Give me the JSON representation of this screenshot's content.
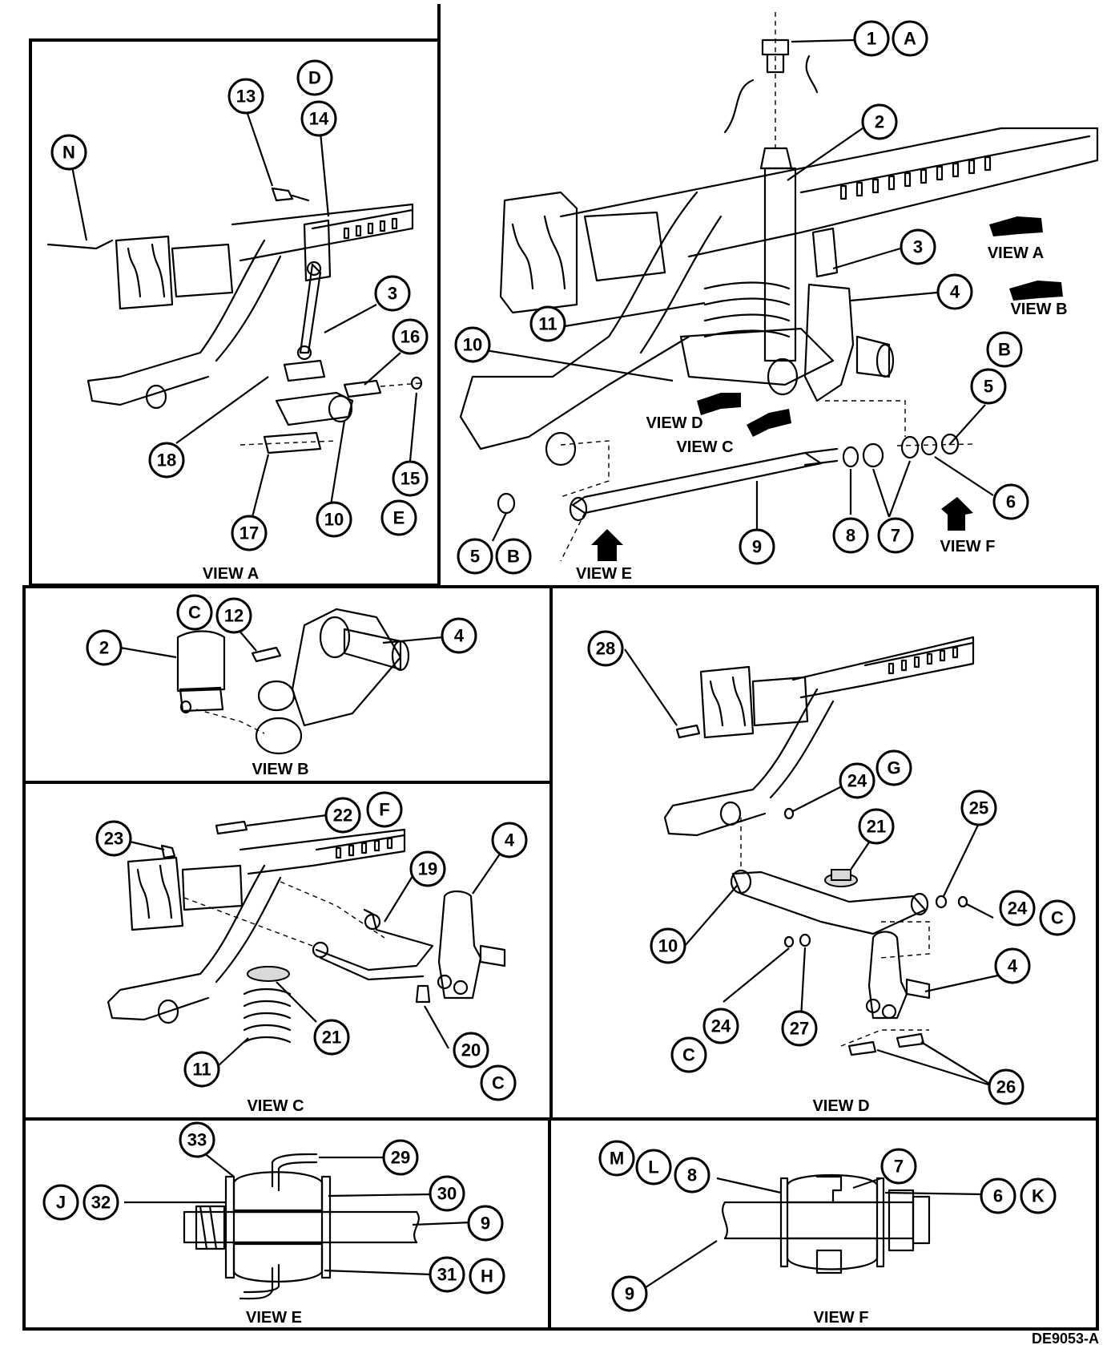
{
  "diagram_code": "DE9053-A",
  "view_labels": {
    "view_a": "VIEW A",
    "view_b": "VIEW B",
    "view_c": "VIEW C",
    "view_d": "VIEW D",
    "view_e": "VIEW E",
    "view_f": "VIEW F"
  },
  "main": {
    "callouts": [
      "1",
      "A",
      "2",
      "3",
      "4",
      "B",
      "5",
      "6",
      "7",
      "8",
      "9",
      "10",
      "11",
      "5",
      "B"
    ],
    "arrow_labels": [
      "VIEW A",
      "VIEW B",
      "VIEW C",
      "VIEW D",
      "VIEW E",
      "VIEW F"
    ]
  },
  "view_a": {
    "callouts": [
      "N",
      "13",
      "D",
      "14",
      "3",
      "16",
      "15",
      "E",
      "10",
      "17",
      "18"
    ]
  },
  "view_b": {
    "callouts": [
      "C",
      "12",
      "2",
      "4"
    ]
  },
  "view_c": {
    "callouts": [
      "22",
      "F",
      "23",
      "4",
      "19",
      "21",
      "11",
      "20",
      "C"
    ]
  },
  "view_d": {
    "callouts": [
      "28",
      "24",
      "G",
      "21",
      "25",
      "24",
      "C",
      "10",
      "4",
      "24",
      "27",
      "C",
      "26"
    ]
  },
  "view_e": {
    "callouts": [
      "33",
      "29",
      "J",
      "32",
      "30",
      "9",
      "31",
      "H"
    ]
  },
  "view_f": {
    "callouts": [
      "M",
      "L",
      "8",
      "7",
      "6",
      "K",
      "9"
    ]
  }
}
